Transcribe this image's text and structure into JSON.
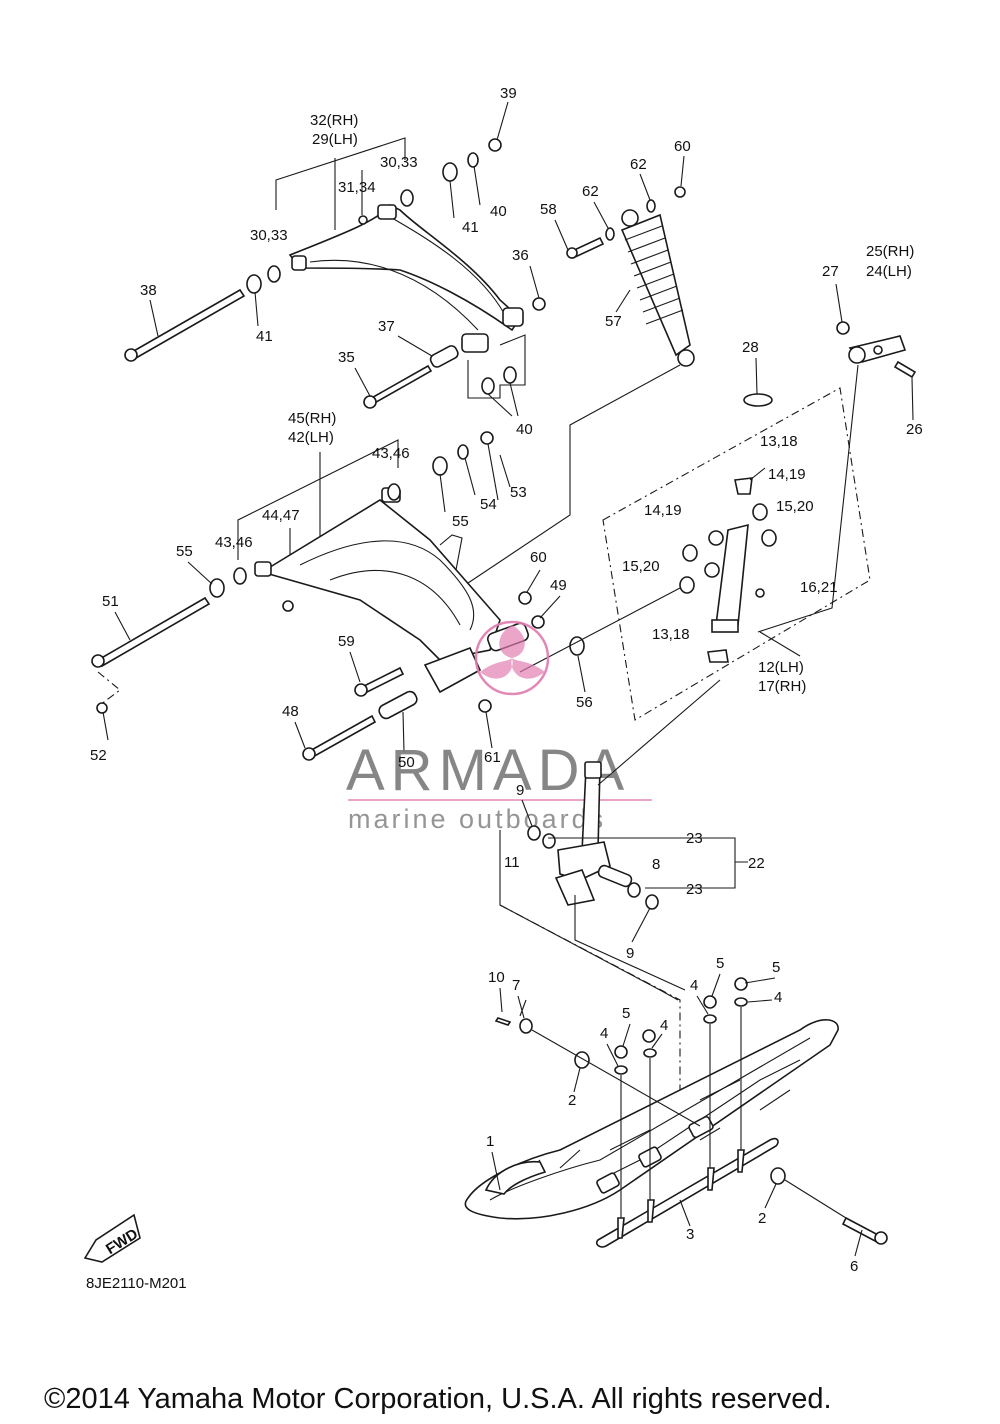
{
  "labels": {
    "l32rh": "32(RH)",
    "l29lh": "29(LH)",
    "l3033a": "30,33",
    "l3134": "31,34",
    "l3033b": "30,33",
    "l39": "39",
    "l40a": "40",
    "l41a": "41",
    "l38": "38",
    "l41b": "41",
    "l36": "36",
    "l37": "37",
    "l35": "35",
    "l40b": "40",
    "l58": "58",
    "l62a": "62",
    "l62b": "62",
    "l60a": "60",
    "l57": "57",
    "l25rh": "25(RH)",
    "l24lh": "24(LH)",
    "l27": "27",
    "l26": "26",
    "l28": "28",
    "l45rh": "45(RH)",
    "l42lh": "42(LH)",
    "l4346a": "43,46",
    "l4447": "44,47",
    "l4346b": "43,46",
    "l55a": "55",
    "l54": "54",
    "l53": "53",
    "l55b": "55",
    "l51": "51",
    "l52": "52",
    "l1318a": "13,18",
    "l1419a": "14,19",
    "l1419b": "14,19",
    "l1520a": "15,20",
    "l1520b": "15,20",
    "l1621": "16,21",
    "l1318b": "13,18",
    "l12lh": "12(LH)",
    "l17rh": "17(RH)",
    "l60b": "60",
    "l49": "49",
    "l59": "59",
    "l56": "56",
    "l48": "48",
    "l50": "50",
    "l61": "61",
    "l9a": "9",
    "l23a": "23",
    "l22": "22",
    "l8": "8",
    "l11": "11",
    "l23b": "23",
    "l9b": "9",
    "l10": "10",
    "l7": "7",
    "l5a": "5",
    "l5b": "5",
    "l4a": "4",
    "l4b": "4",
    "l5c": "5",
    "l4c": "4",
    "l4d": "4",
    "l2a": "2",
    "l1": "1",
    "l2b": "2",
    "l3": "3",
    "l6": "6"
  },
  "watermark": {
    "brand": "ARMADA",
    "tagline": "marine outboards",
    "accent_color": "#e07bb0"
  },
  "fwd_badge": "FWD",
  "diagram_code": "8JE2110-M201",
  "copyright": "©2014 Yamaha Motor Corporation, U.S.A. All rights reserved."
}
